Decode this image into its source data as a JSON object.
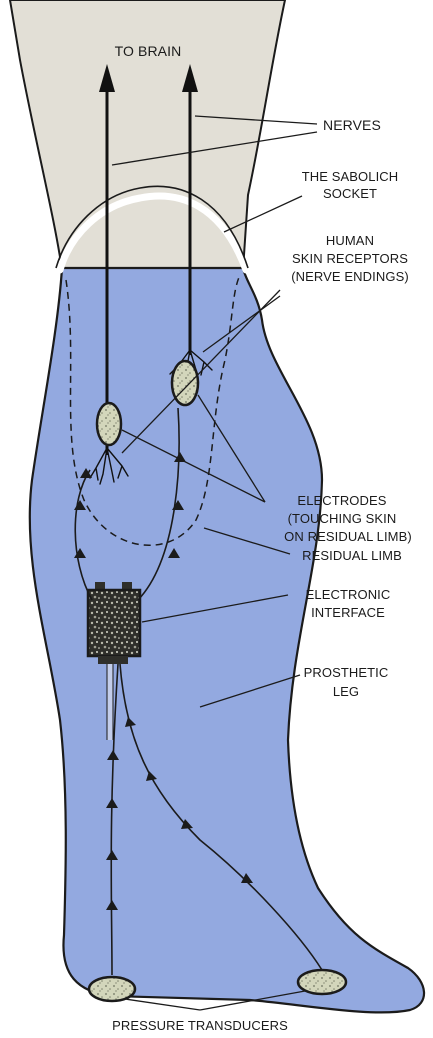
{
  "labels": {
    "to_brain": "TO BRAIN",
    "nerves": "NERVES",
    "socket_line1": "THE SABOLICH",
    "socket_line2": "SOCKET",
    "receptors_line1": "HUMAN",
    "receptors_line2": "SKIN RECEPTORS",
    "receptors_line3": "(NERVE ENDINGS)",
    "electrodes_line1": "ELECTRODES",
    "electrodes_line2": "(TOUCHING SKIN",
    "electrodes_line3": "ON RESIDUAL LIMB)",
    "residual_limb": "RESIDUAL LIMB",
    "interface_line1": "ELECTRONIC",
    "interface_line2": "INTERFACE",
    "prosthetic_line1": "PROSTHETIC",
    "prosthetic_line2": "LEG",
    "transducers": "PRESSURE TRANSDUCERS"
  },
  "colors": {
    "thigh": "#e2dfd6",
    "leg_fill": "#93a9e0",
    "outline": "#1b1b1b",
    "electrode_fill": "#cfd2b6",
    "interface_fill": "#3a3a36"
  },
  "icons": {
    "arrowhead": "arrowhead-icon",
    "nerve_ending": "nerve-ending-icon"
  }
}
